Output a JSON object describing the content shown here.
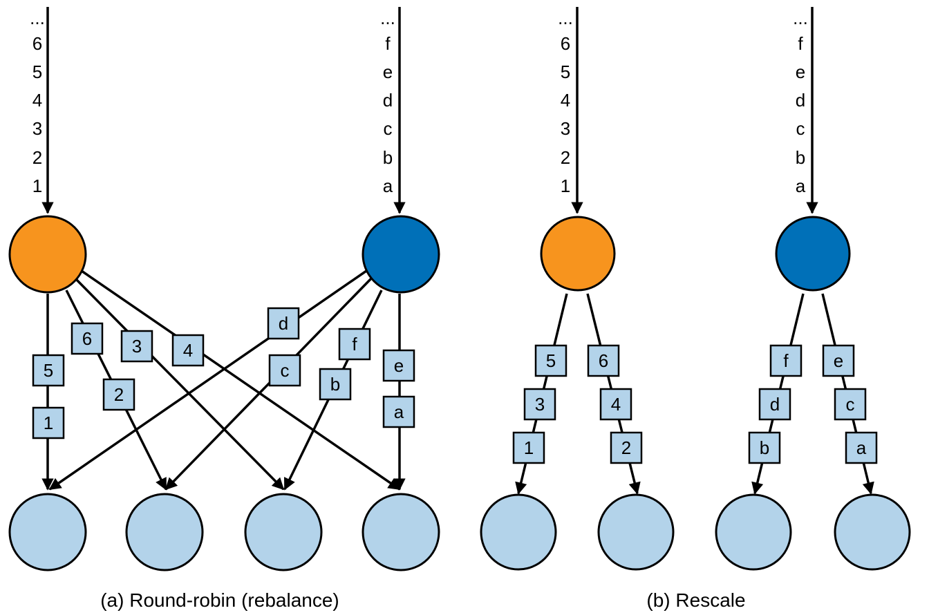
{
  "colors": {
    "orange": "#f7941e",
    "blue": "#0070b8",
    "light": "#b3d3ea",
    "box": "#b3d3ea",
    "line": "#000000"
  },
  "panel_a": {
    "caption": "(a) Round-robin (rebalance)",
    "source_1_stream": [
      "...",
      "6",
      "5",
      "4",
      "3",
      "2",
      "1"
    ],
    "source_2_stream": [
      "...",
      "f",
      "e",
      "d",
      "c",
      "b",
      "a"
    ],
    "records": {
      "r5": "5",
      "r1": "1",
      "r6": "6",
      "r2": "2",
      "r3": "3",
      "r4": "4",
      "rd": "d",
      "rc": "c",
      "rf": "f",
      "rb": "b",
      "re": "e",
      "ra": "a"
    }
  },
  "panel_b": {
    "caption": "(b) Rescale",
    "source_1_stream": [
      "...",
      "6",
      "5",
      "4",
      "3",
      "2",
      "1"
    ],
    "source_2_stream": [
      "...",
      "f",
      "e",
      "d",
      "c",
      "b",
      "a"
    ],
    "records": {
      "r5": "5",
      "r3": "3",
      "r1": "1",
      "r6": "6",
      "r4": "4",
      "r2": "2",
      "rf": "f",
      "rd": "d",
      "rb": "b",
      "re": "e",
      "rc": "c",
      "ra": "a"
    }
  }
}
